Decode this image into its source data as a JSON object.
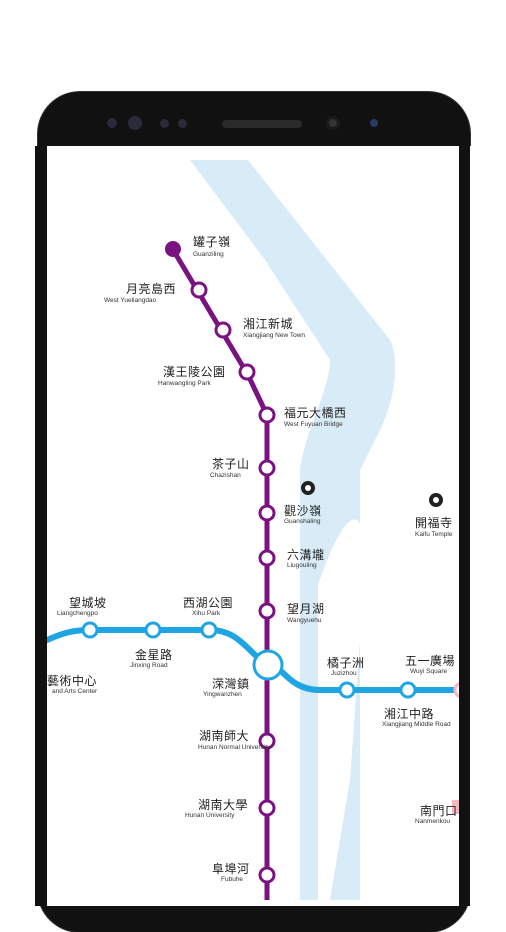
{
  "colors": {
    "line_purple": "#7B1282",
    "line_blue": "#1FA5E3",
    "river": "#D8ECF7",
    "bezel": "#111111"
  },
  "stations": {
    "guanzi_ling": {
      "zh": "罐子嶺",
      "en": "Guanziling"
    },
    "yuelian_daoxi": {
      "zh": "月亮島西",
      "en": "West Yueliangdao"
    },
    "xiangjiang_xincheng": {
      "zh": "湘江新城",
      "en": "Xiangjiang New Town"
    },
    "hanwangling": {
      "zh": "漢王陵公園",
      "en": "Hanwangling Park"
    },
    "fuyuan_bridge": {
      "zh": "福元大橋西",
      "en": "West Fuyuan Bridge"
    },
    "chazishan": {
      "zh": "茶子山",
      "en": "Chazishan"
    },
    "guanshaling": {
      "zh": "觀沙嶺",
      "en": "Guanshaling"
    },
    "kaifu_temple": {
      "zh": "開福寺",
      "en": "Kaifu Temple"
    },
    "liugouling": {
      "zh": "六溝壠",
      "en": "Liugouling"
    },
    "wangchengpo": {
      "zh": "望城坡",
      "en": "Liangchengpo"
    },
    "xihu_park": {
      "zh": "西湖公園",
      "en": "Xihu Park"
    },
    "wangyuehu": {
      "zh": "望月湖",
      "en": "Wangyuehu"
    },
    "jinxing_road": {
      "zh": "金星路",
      "en": "Jinxing Road"
    },
    "yingwanzhen": {
      "zh": "溁灣鎮",
      "en": "Yingwanzhen"
    },
    "juzizhou": {
      "zh": "橘子洲",
      "en": "Juzizhou"
    },
    "wuyi_square": {
      "zh": "五一廣場",
      "en": "Wuyi Square"
    },
    "arts_center": {
      "zh": "藝術中心",
      "en": "and Arts Center"
    },
    "xiangjiang_middle": {
      "zh": "湘江中路",
      "en": "Xiangjiang Middle Road"
    },
    "hunan_normal": {
      "zh": "湖南師大",
      "en": "Hunan Normal University"
    },
    "hunan_university": {
      "zh": "湖南大學",
      "en": "Hunan University"
    },
    "fubuhe": {
      "zh": "阜埠河",
      "en": "Fubuhe"
    },
    "nanmenkou": {
      "zh": "南門口",
      "en": "Nanmenkou"
    }
  }
}
